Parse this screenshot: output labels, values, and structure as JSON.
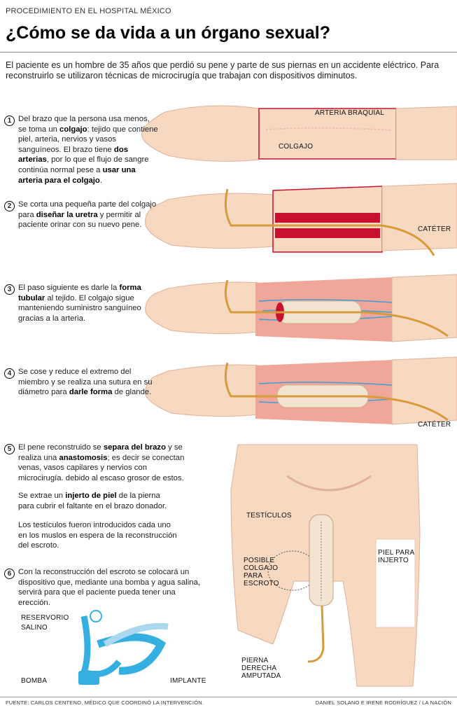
{
  "header": {
    "kicker": "PROCEDIMIENTO EN EL HOSPITAL MÉXICO",
    "title": "¿Cómo se da vida a un órgano sexual?",
    "intro": "El paciente es un hombre de 35 años que perdió su pene y parte de sus piernas en un accidente eléctrico. Para reconstruirlo se utilizaron técnicas de microcirugía que trabajan con dispositivos diminutos."
  },
  "steps": [
    {
      "number": "1",
      "segments": [
        {
          "t": "Del brazo que la persona usa menos, se toma un "
        },
        {
          "t": "colgajo",
          "b": true
        },
        {
          "t": ": tejido que contiene piel, arteria, nervios y vasos sanguíneos. El brazo tiene "
        },
        {
          "t": "dos arterias",
          "b": true
        },
        {
          "t": ", por lo que el flujo de sangre continúa normal pese a "
        },
        {
          "t": "usar una arteria para el colgajo",
          "b": true
        },
        {
          "t": "."
        }
      ]
    },
    {
      "number": "2",
      "segments": [
        {
          "t": "Se corta una pequeña parte del colgajo para "
        },
        {
          "t": "diseñar la uretra",
          "b": true
        },
        {
          "t": " y permitir al paciente orinar con su nuevo pene."
        }
      ]
    },
    {
      "number": "3",
      "segments": [
        {
          "t": "El paso siguiente es darle la "
        },
        {
          "t": "forma tubular",
          "b": true
        },
        {
          "t": " al tejido. El colgajo sigue manteniendo suministro sanguíneo gracias a la arteria."
        }
      ]
    },
    {
      "number": "4",
      "segments": [
        {
          "t": "Se cose y reduce el extremo del miembro y se realiza una sutura en su diámetro para "
        },
        {
          "t": "darle forma",
          "b": true
        },
        {
          "t": " de glande."
        }
      ]
    },
    {
      "number": "5",
      "segments": [
        {
          "t": "El pene reconstruido se "
        },
        {
          "t": "separa del brazo",
          "b": true
        },
        {
          "t": " y se realiza una "
        },
        {
          "t": "anastomosis",
          "b": true
        },
        {
          "t": "; es decir se conectan venas, vasos capilares y nervios con microcirugía. debido al escaso grosor de estos."
        }
      ]
    },
    {
      "number": "6",
      "segments": [
        {
          "t": "Con la reconstrucción del escroto se colocará un dispositivo que, mediante una bomba y agua salina, servirá para que el paciente pueda tener una erección."
        }
      ]
    }
  ],
  "extra_paragraphs": [
    [
      {
        "t": "Se extrae un "
      },
      {
        "t": "injerto de piel",
        "b": true
      },
      {
        "t": " de la pierna para cubrir el faltante en el brazo donador."
      }
    ],
    [
      {
        "t": "Los testículos fueron introducidos cada uno en los muslos en espera de la reconstrucción del escroto."
      }
    ]
  ],
  "labels": {
    "arteria_braquial": "ARTERIA BRAQUIAL",
    "colgajo": "COLGAJO",
    "cateter": "CATÉTER",
    "testiculos": "TESTÍCULOS",
    "posible_colgajo": "POSIBLE\nCOLGAJO\nPARA\nESCROTO",
    "piel_para_injerto": "PIEL PARA\nINJERTO",
    "pierna_amputada": "PIERNA\nDERECHA\nAMPUTADA",
    "reservorio": "RESERVORIO\nSALINO",
    "bomba": "BOMBA",
    "implante": "IMPLANTE"
  },
  "footer": {
    "source": "FUENTE: CARLOS CENTENO, MÉDICO QUE COORDINÓ LA INTERVENCIÓN.",
    "credit": "DANIEL SOLANO E IRENE RODRÍGUEZ / LA NACIÓN"
  },
  "colors": {
    "skin": "#f7d9c2",
    "skin_line": "#e0b197",
    "artery": "#c8102e",
    "catheter": "#d99a3b",
    "vein": "#3aa0d8",
    "muscle": "#f0a79a",
    "implant": "#35aee0"
  }
}
